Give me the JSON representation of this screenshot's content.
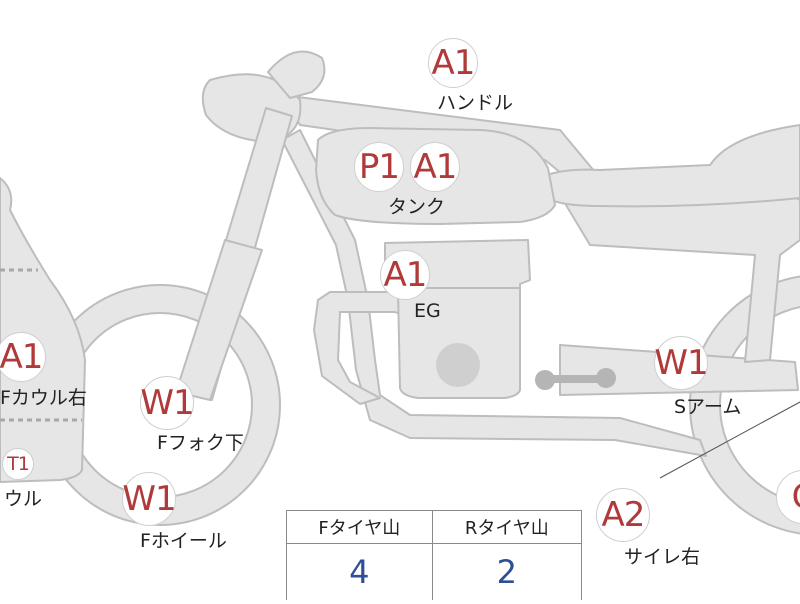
{
  "colors": {
    "body_fill": "#e6e6e6",
    "body_stroke": "#bdbdbd",
    "badge_text": "#b03a3a",
    "label_text": "#222222",
    "table_value": "#2e4f97",
    "table_border": "#8a8a8a"
  },
  "markers": {
    "handle": {
      "codes": [
        "A1"
      ],
      "label": "ハンドル"
    },
    "tank": {
      "codes": [
        "P1",
        "A1"
      ],
      "label": "タンク"
    },
    "engine": {
      "codes": [
        "A1"
      ],
      "label": "EG"
    },
    "cowl_right": {
      "codes": [
        "A1"
      ],
      "label": "Fカウル右"
    },
    "cowl_left": {
      "codes": [
        "T1"
      ],
      "label": "ウル"
    },
    "fork_lower": {
      "codes": [
        "W1"
      ],
      "label": "Fフォク下"
    },
    "front_wheel": {
      "codes": [
        "W1"
      ],
      "label": "Fホイール"
    },
    "swing_arm": {
      "codes": [
        "W1"
      ],
      "label": "Sアーム"
    },
    "muffler_right": {
      "codes": [
        "A2"
      ],
      "label": "サイレ右"
    },
    "rear_partial": {
      "codes": [
        "C"
      ]
    }
  },
  "tire_table": {
    "headers": [
      "Fタイヤ山",
      "Rタイヤ山"
    ],
    "values": [
      "4",
      "2"
    ]
  }
}
